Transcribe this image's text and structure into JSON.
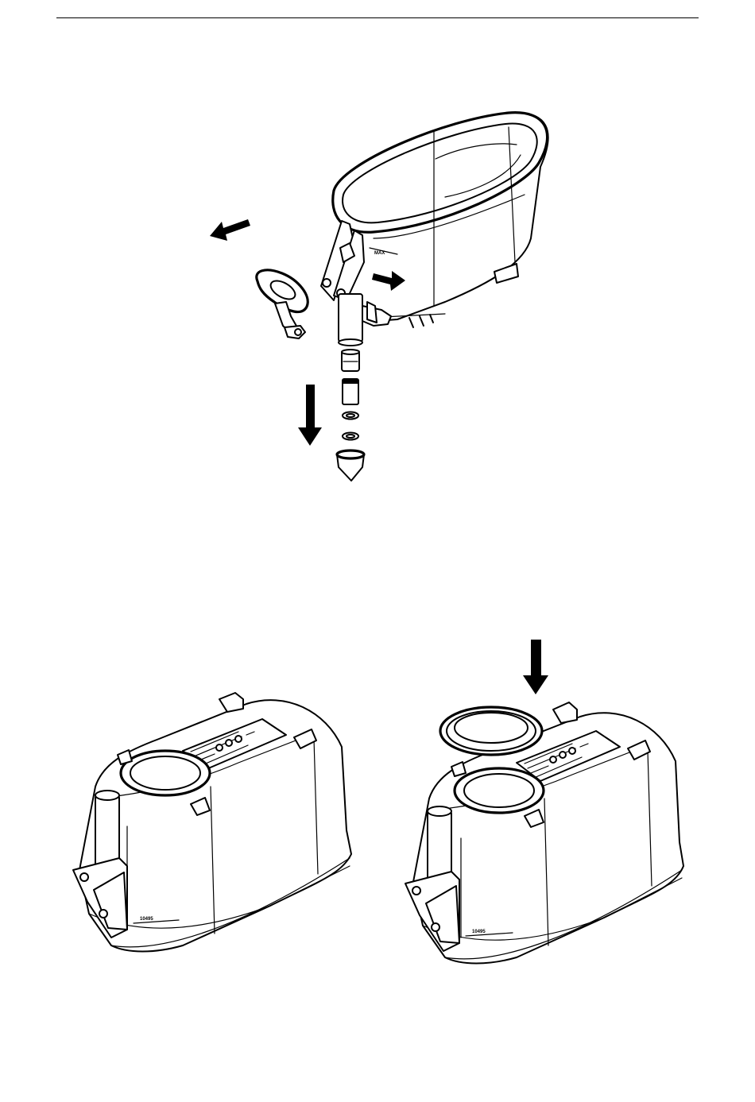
{
  "figure1": {
    "tank_label": "MAX",
    "arrows": [
      "arrow-left-up",
      "arrow-right",
      "arrow-down"
    ]
  },
  "figure2": {
    "label_left": "10495",
    "label_right": "10495",
    "arrows": [
      "arrow-down"
    ]
  },
  "colors": {
    "ink": "#000000",
    "paper": "#ffffff"
  }
}
